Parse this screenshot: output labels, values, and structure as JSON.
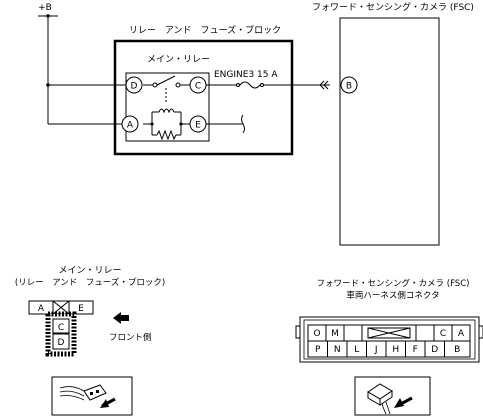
{
  "power": {
    "label": "+B"
  },
  "relay_block": {
    "title": "リレー　アンド　フューズ・ブロック"
  },
  "main_relay": {
    "label": "メイン・リレー"
  },
  "fuse": {
    "label": "ENGINE3 15 A"
  },
  "camera": {
    "title": "フォワード・センシング・カメラ (FSC)"
  },
  "terminals": {
    "a": "A",
    "b": "B",
    "c": "C",
    "d": "D",
    "e": "E"
  },
  "relay_view": {
    "title_line1": "メイン・リレー",
    "title_line2": "(リレー　アンド　フューズ・ブロック)",
    "front_label": "フロント側",
    "pins": {
      "a": "A",
      "e": "E",
      "c": "C",
      "d": "D"
    }
  },
  "connector_view": {
    "title_line1": "フォワード・センシング・カメラ (FSC)",
    "title_line2": "車両ハーネス側コネクタ",
    "top_row": [
      "O",
      "M",
      "",
      "",
      "",
      "C",
      "A"
    ],
    "bottom_row": [
      "P",
      "N",
      "L",
      "J",
      "H",
      "F",
      "D",
      "B"
    ]
  }
}
